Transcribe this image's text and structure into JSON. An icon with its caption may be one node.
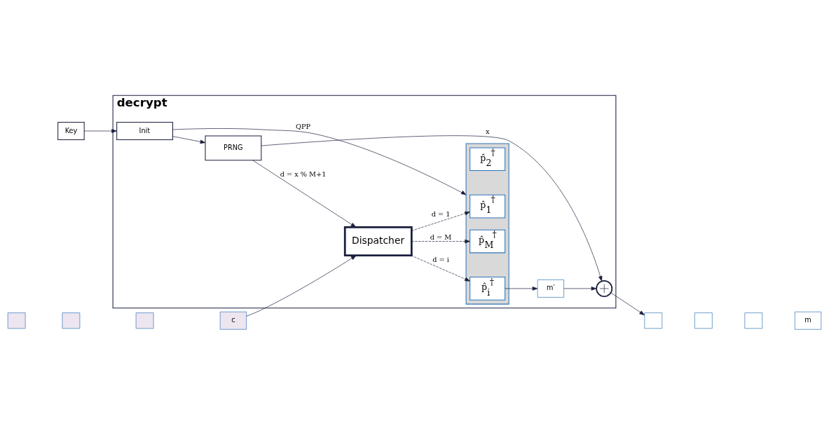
{
  "diagram": {
    "nodes": [
      {
        "text": [
          "Key"
        ]
      },
      {
        "text": [
          "decrypt"
        ]
      },
      {
        "text": [
          "Init"
        ],
        "in": 1
      },
      {
        "text": [
          "PRNG"
        ],
        "in": 1
      },
      {
        "text": [
          "Dispatcher"
        ],
        "in": 1
      },
      {
        "text": [],
        "shape": "box",
        "in": 1
      },
      {
        "text": [
          "p̂$_{1}$$^{†}$"
        ],
        "in": 5
      },
      {
        "text": [
          "p̂$_{2}$$^{†}$"
        ],
        "in": 5
      },
      {
        "text": [
          "p̂$_{i}$$^{†}$"
        ],
        "in": 5
      },
      {
        "text": [
          "p̂$_{M}$$^{†}$"
        ],
        "in": 5
      },
      {
        "text": [
          "m′"
        ],
        "in": 1
      },
      {
        "text": [],
        "shape": "circle",
        "in": 1
      },
      {
        "text": [],
        "shape": "box"
      },
      {
        "text": [],
        "shape": "box"
      },
      {
        "text": [],
        "shape": "box"
      },
      {
        "text": [
          "c"
        ]
      },
      {
        "text": [],
        "shape": "box"
      },
      {
        "text": [],
        "shape": "box"
      },
      {
        "text": [],
        "shape": "box"
      },
      {
        "text": [
          "m"
        ]
      }
    ],
    "edges": [
      {
        "from": 0,
        "to": 2,
        "arrow": "to"
      },
      {
        "from": 2,
        "to": 3,
        "arrow": "to"
      },
      {
        "from": 2,
        "to": 5,
        "arrow": "to",
        "label": "QPP"
      },
      {
        "from": 3,
        "to": 4,
        "arrow": "to",
        "label": "d = x % M+1"
      },
      {
        "from": 3,
        "to": 11,
        "arrow": "to",
        "label": "x"
      },
      {
        "from": 15,
        "to": 4,
        "arrow": "to"
      },
      {
        "from": 4,
        "to": 6,
        "arrow": "to",
        "style": "dashed",
        "label": "d = 1"
      },
      {
        "from": 4,
        "to": 8,
        "arrow": "to",
        "style": "dashed",
        "label": "d = i"
      },
      {
        "from": 4,
        "to": 9,
        "arrow": "to",
        "style": "dashed",
        "label": "d = M"
      },
      {
        "from": 8,
        "to": 10,
        "arrow": "to"
      },
      {
        "from": 10,
        "to": 11,
        "arrow": "to"
      },
      {
        "from": 11,
        "to": 16,
        "arrow": "to"
      }
    ]
  }
}
